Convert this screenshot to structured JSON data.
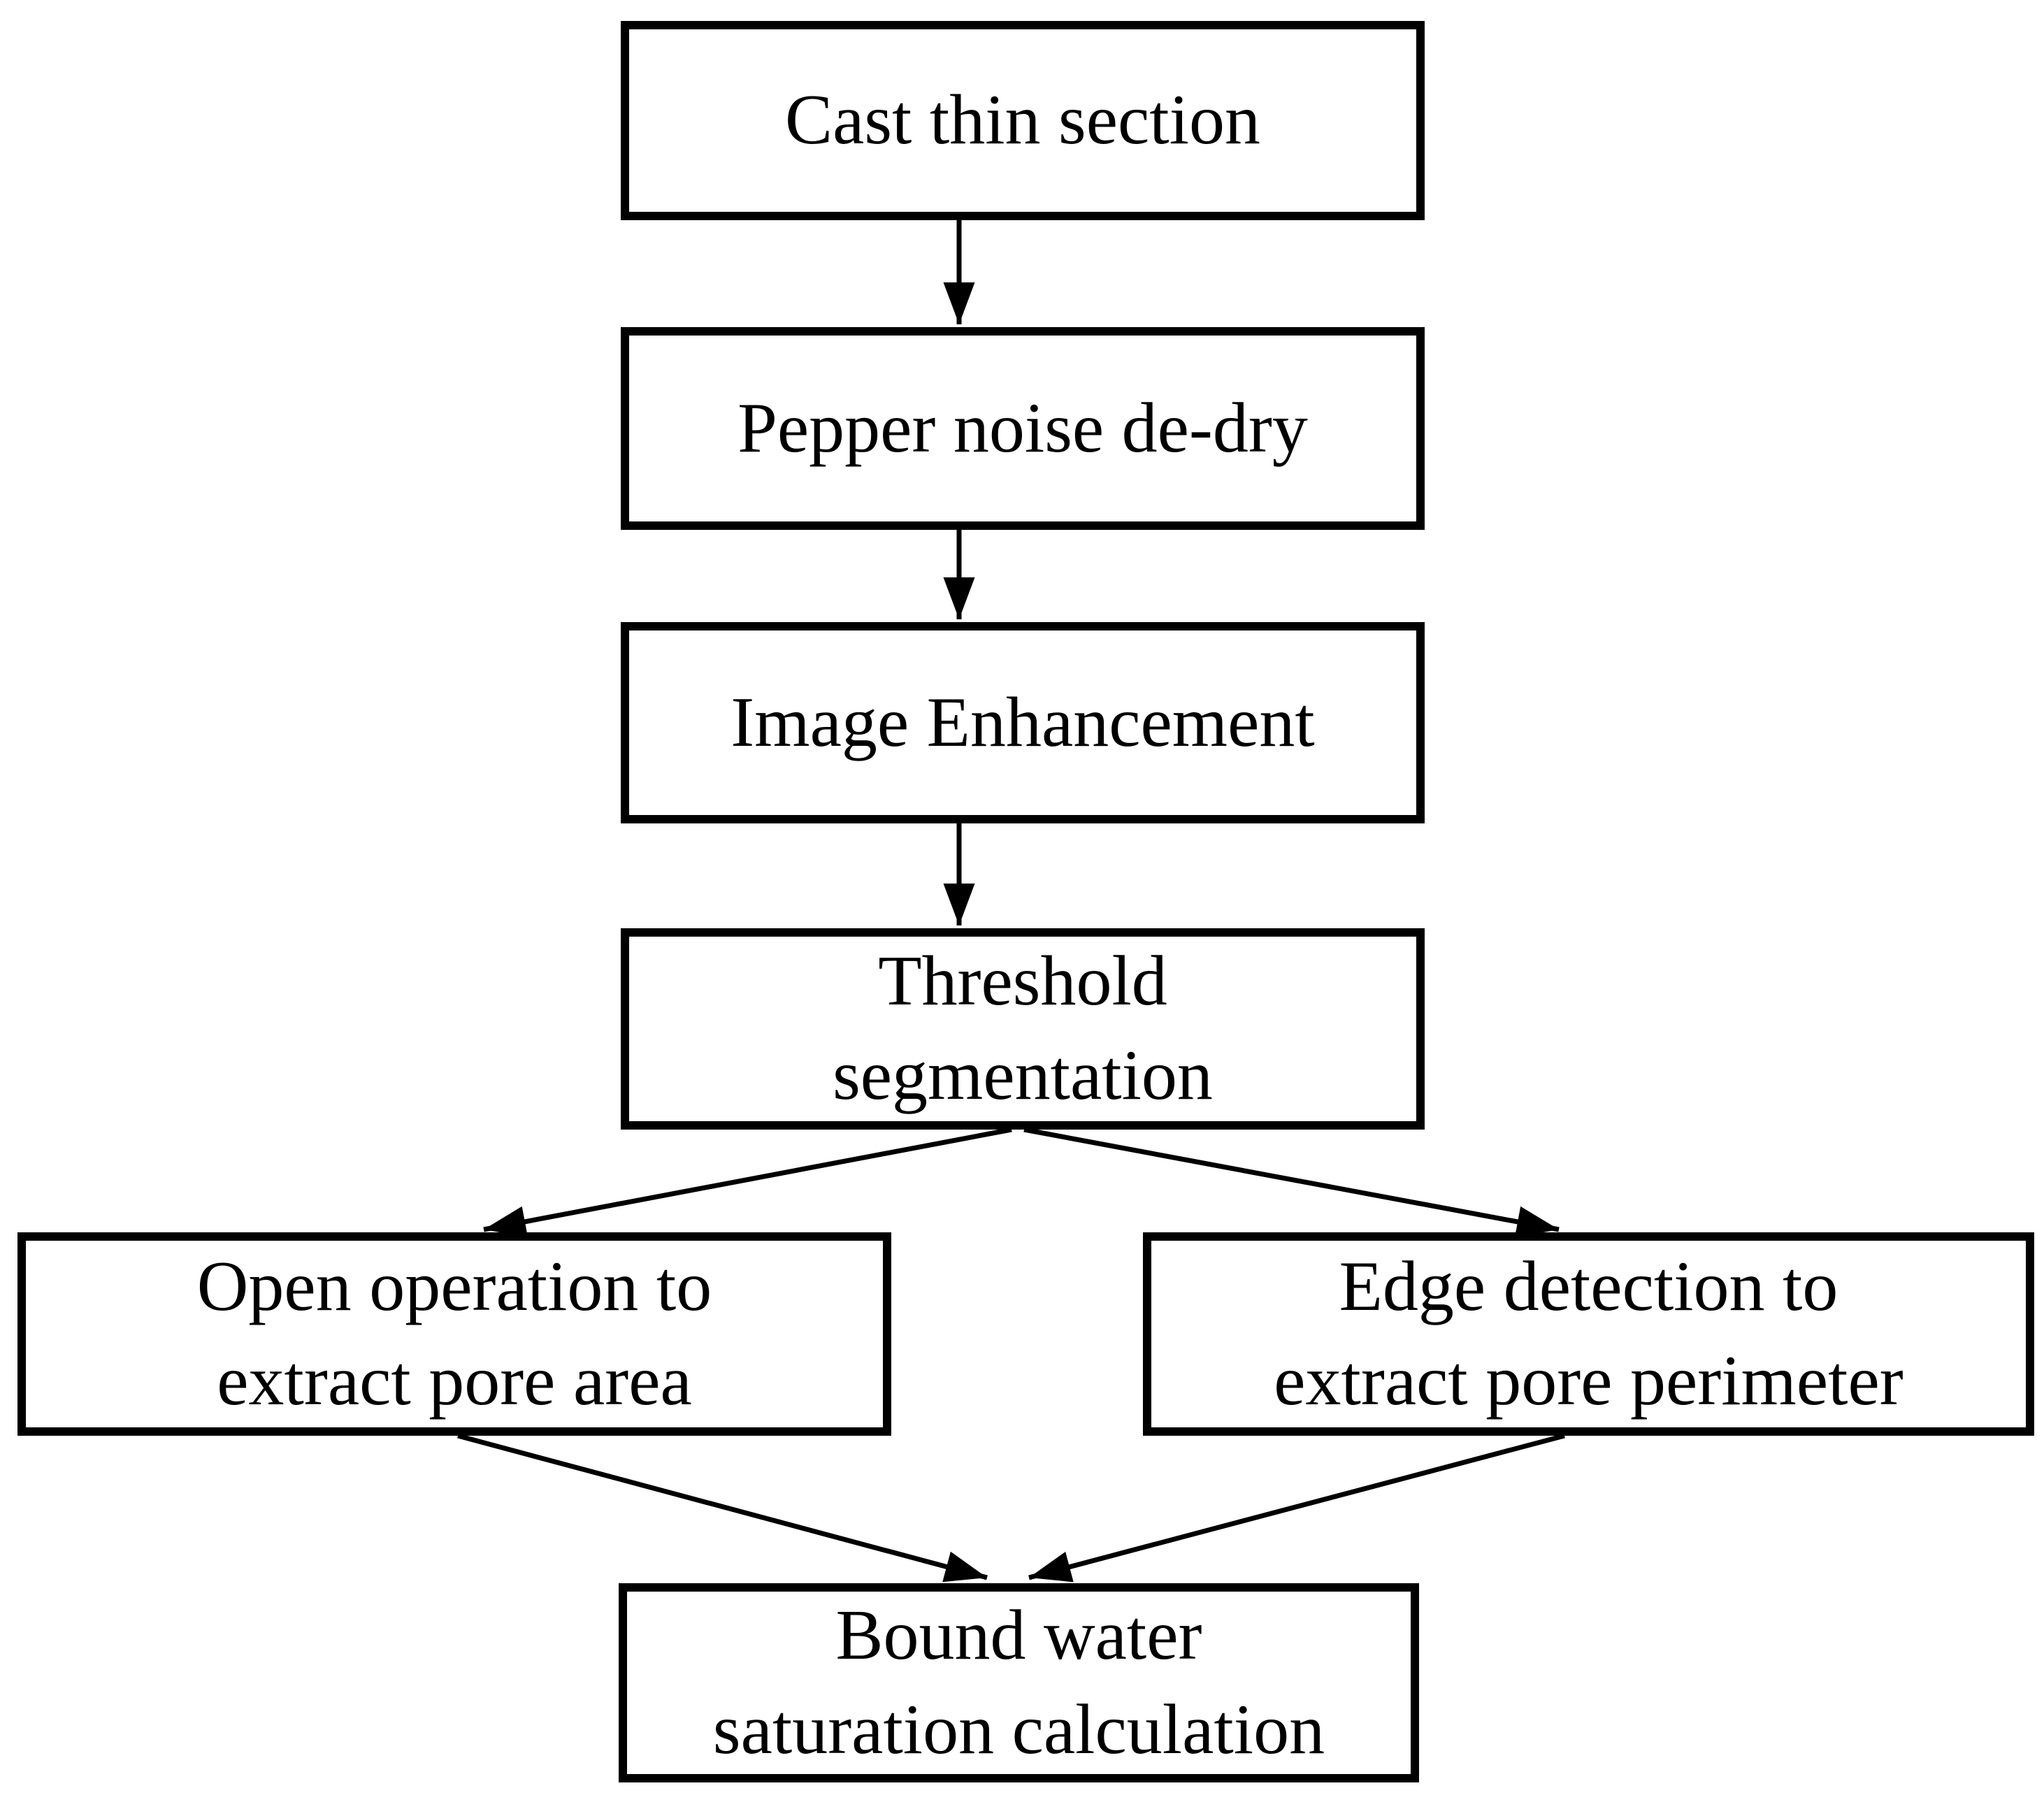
{
  "figure": {
    "type": "flowchart",
    "background_color": "#ffffff",
    "line_color": "#000000",
    "text_color": "#000000",
    "nodes": [
      {
        "id": "cast-thin-section",
        "line1": "Cast thin section",
        "line2": ""
      },
      {
        "id": "pepper-noise-de-dry",
        "line1": "Pepper noise de-dry",
        "line2": ""
      },
      {
        "id": "image-enhancement",
        "line1": "Image Enhancement",
        "line2": ""
      },
      {
        "id": "threshold-segmentation",
        "line1": "Threshold",
        "line2": "segmentation"
      },
      {
        "id": "open-operation",
        "line1": "Open operation to",
        "line2": "extract pore area"
      },
      {
        "id": "edge-detection",
        "line1": "Edge detection to",
        "line2": "extract pore perimeter"
      },
      {
        "id": "bound-water",
        "line1": "Bound water",
        "line2": "saturation calculation"
      }
    ],
    "edges": [
      {
        "from": "cast-thin-section",
        "to": "pepper-noise-de-dry"
      },
      {
        "from": "pepper-noise-de-dry",
        "to": "image-enhancement"
      },
      {
        "from": "image-enhancement",
        "to": "threshold-segmentation"
      },
      {
        "from": "threshold-segmentation",
        "to": "open-operation"
      },
      {
        "from": "threshold-segmentation",
        "to": "edge-detection"
      },
      {
        "from": "open-operation",
        "to": "bound-water"
      },
      {
        "from": "edge-detection",
        "to": "bound-water"
      }
    ]
  }
}
